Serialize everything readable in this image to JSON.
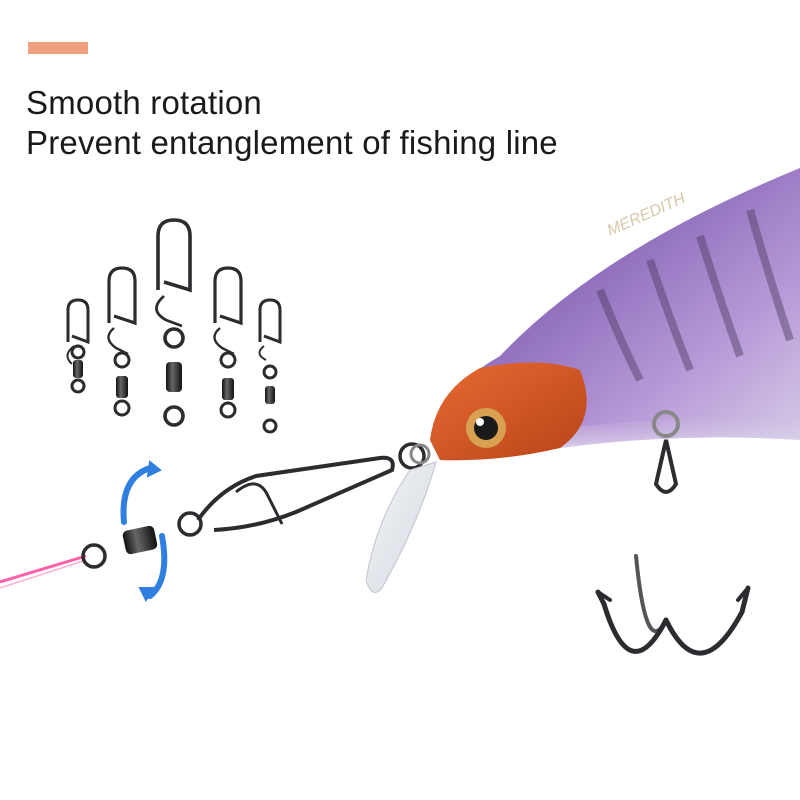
{
  "header": {
    "line1": "Smooth rotation",
    "line2": "Prevent entanglement of fishing line"
  },
  "colors": {
    "accent": "#f0a080",
    "text": "#1a1a1a",
    "rotation_arrow": "#2f7fe0",
    "fishing_line": "#ff5fa8",
    "metal": "#2b2b30"
  },
  "lure": {
    "brand_text": "MEREDITH"
  },
  "icons": [
    "rotation-arrow-icon"
  ]
}
